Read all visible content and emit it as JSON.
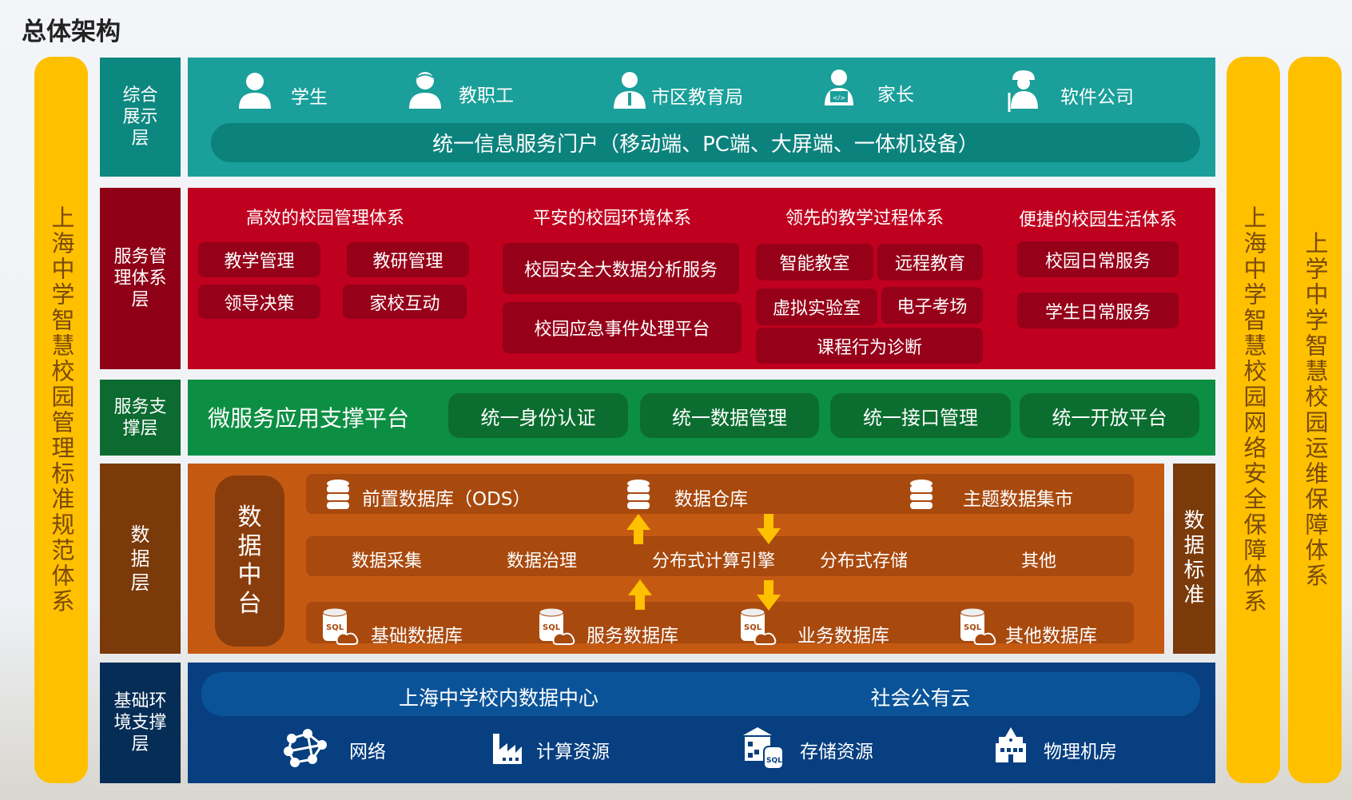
{
  "title": "总体架构",
  "side_bars": {
    "left": "上海中学智慧校园管理标准规范体系",
    "right1": "上海中学智慧校园网络安全保障体系",
    "right2": "上学中学智慧校园运维保障体系"
  },
  "layers": {
    "presentation": {
      "label": "综合展示层",
      "users": [
        "学生",
        "教职工",
        "市区教育局",
        "家长",
        "软件公司"
      ],
      "portal": "统一信息服务门户（移动端、PC端、大屏端、一体机设备）"
    },
    "service_mgmt": {
      "label": "服务管理体系层",
      "groups": [
        {
          "heading": "高效的校园管理体系",
          "items": [
            "教学管理",
            "教研管理",
            "领导决策",
            "家校互动"
          ]
        },
        {
          "heading": "平安的校园环境体系",
          "items": [
            "校园安全大数据分析服务",
            "校园应急事件处理平台"
          ]
        },
        {
          "heading": "领先的教学过程体系",
          "items": [
            "智能教室",
            "远程教育",
            "虚拟实验室",
            "电子考场",
            "课程行为诊断"
          ]
        },
        {
          "heading": "便捷的校园生活体系",
          "items": [
            "校园日常服务",
            "学生日常服务"
          ]
        }
      ]
    },
    "service_support": {
      "label": "服务支撑层",
      "platform": "微服务应用支撑平台",
      "items": [
        "统一身份认证",
        "统一数据管理",
        "统一接口管理",
        "统一开放平台"
      ]
    },
    "data": {
      "label": "数据层",
      "middle": "数据中台",
      "standard": "数据标准",
      "top": [
        "前置数据库（ODS）",
        "数据仓库",
        "主题数据集市"
      ],
      "middle_row": [
        "数据采集",
        "数据治理",
        "分布式计算引擎",
        "分布式存储",
        "其他"
      ],
      "bottom": [
        "基础数据库",
        "服务数据库",
        "业务数据库",
        "其他数据库"
      ]
    },
    "infra": {
      "label": "基础环境支撑层",
      "centers": [
        "上海中学校内数据中心",
        "社会公有云"
      ],
      "resources": [
        "网络",
        "计算资源",
        "存储资源",
        "物理机房"
      ]
    }
  },
  "colors": {
    "yellow": "#ffc000",
    "teal": "#1a9f9a",
    "red": "#c0001f",
    "green": "#0d8f43",
    "orange": "#c45a12",
    "blue": "#073f80"
  }
}
